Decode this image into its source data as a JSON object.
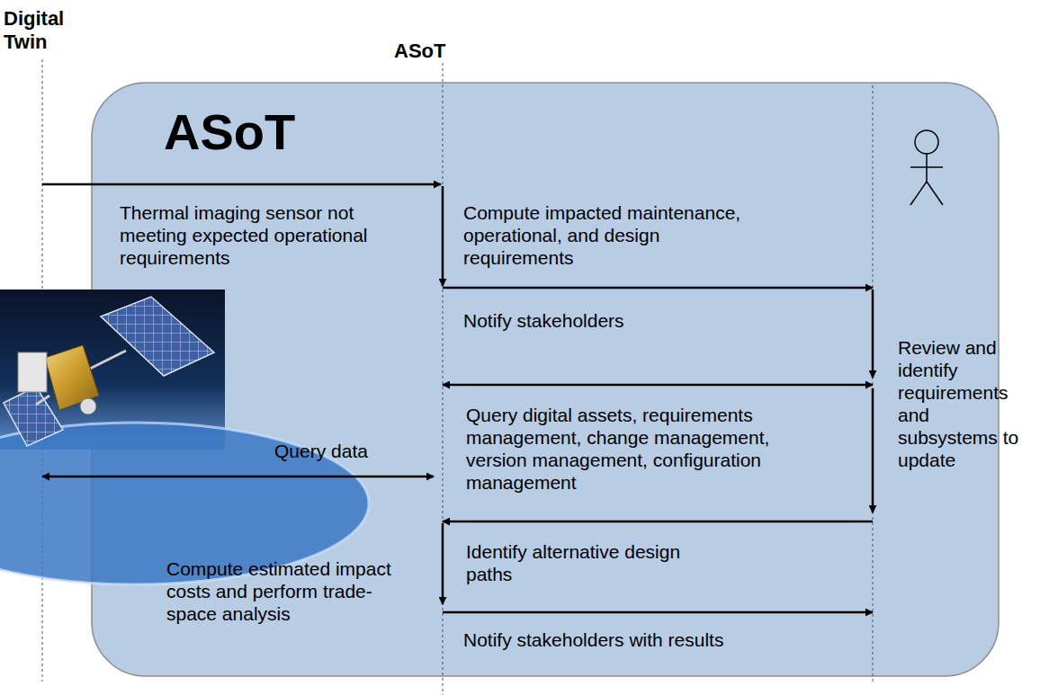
{
  "diagram": {
    "nodes": [
      {
        "text": [
          "ASoT"
        ]
      }
    ],
    "labels": [
      "Digital Twin",
      "ASoT",
      "Thermal imaging sensor not meeting expected operational requirements",
      "Compute impacted maintenance, operational, and design requirements",
      "Notify stakeholders",
      "Review and identify requirements and subsystems to update",
      "Query digital assets, requirements management, change management, version management, configuration management",
      "Query data",
      "Identify alternative design paths",
      "Compute estimated impact costs and perform trade-space analysis",
      "Notify stakeholders with results"
    ]
  }
}
